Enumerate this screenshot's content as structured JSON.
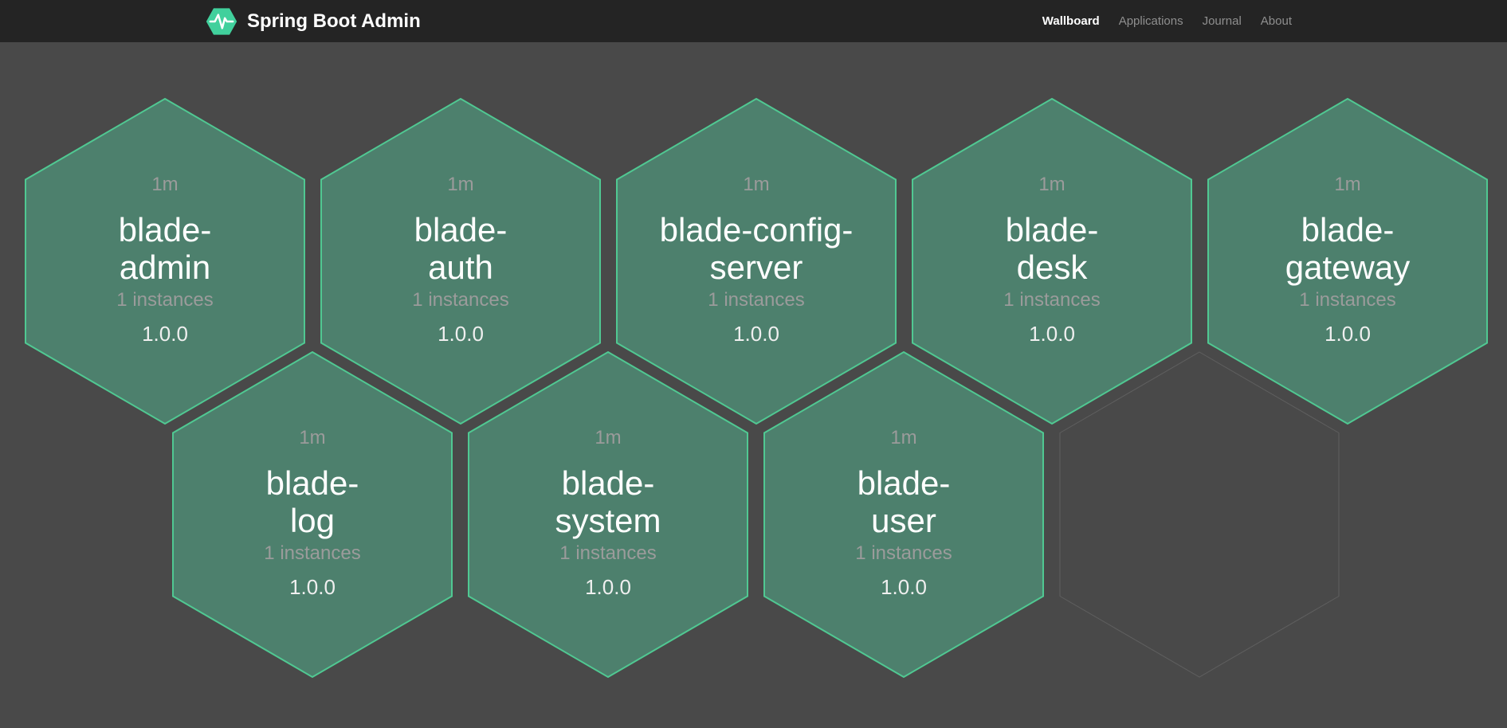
{
  "header": {
    "brand": "Spring Boot Admin",
    "nav": [
      {
        "label": "Wallboard",
        "active": true
      },
      {
        "label": "Applications",
        "active": false
      },
      {
        "label": "Journal",
        "active": false
      },
      {
        "label": "About",
        "active": false
      }
    ]
  },
  "wallboard": {
    "applications": [
      {
        "name": "blade-admin",
        "name_lines": [
          "blade-",
          "admin"
        ],
        "uptime": "1m",
        "instances": "1 instances",
        "version": "1.0.0",
        "status": "up"
      },
      {
        "name": "blade-auth",
        "name_lines": [
          "blade-",
          "auth"
        ],
        "uptime": "1m",
        "instances": "1 instances",
        "version": "1.0.0",
        "status": "up"
      },
      {
        "name": "blade-config-server",
        "name_lines": [
          "blade-config-",
          "server"
        ],
        "uptime": "1m",
        "instances": "1 instances",
        "version": "1.0.0",
        "status": "up"
      },
      {
        "name": "blade-desk",
        "name_lines": [
          "blade-",
          "desk"
        ],
        "uptime": "1m",
        "instances": "1 instances",
        "version": "1.0.0",
        "status": "up"
      },
      {
        "name": "blade-gateway",
        "name_lines": [
          "blade-",
          "gateway"
        ],
        "uptime": "1m",
        "instances": "1 instances",
        "version": "1.0.0",
        "status": "up"
      },
      {
        "name": "blade-log",
        "name_lines": [
          "blade-",
          "log"
        ],
        "uptime": "1m",
        "instances": "1 instances",
        "version": "1.0.0",
        "status": "up"
      },
      {
        "name": "blade-system",
        "name_lines": [
          "blade-",
          "system"
        ],
        "uptime": "1m",
        "instances": "1 instances",
        "version": "1.0.0",
        "status": "up"
      },
      {
        "name": "blade-user",
        "name_lines": [
          "blade-",
          "user"
        ],
        "uptime": "1m",
        "instances": "1 instances",
        "version": "1.0.0",
        "status": "up"
      }
    ],
    "empty_slots": 1
  },
  "colors": {
    "page_background": "#494949",
    "header_background": "#242424",
    "tile_fill": "#4d806d",
    "tile_border": "#50c892",
    "ghost_border": "#5f5f5f",
    "brand_green": "#41d09c",
    "muted_text": "#9b9b9b",
    "active_nav": "#ffffff",
    "inactive_nav": "#8f8f8f"
  }
}
